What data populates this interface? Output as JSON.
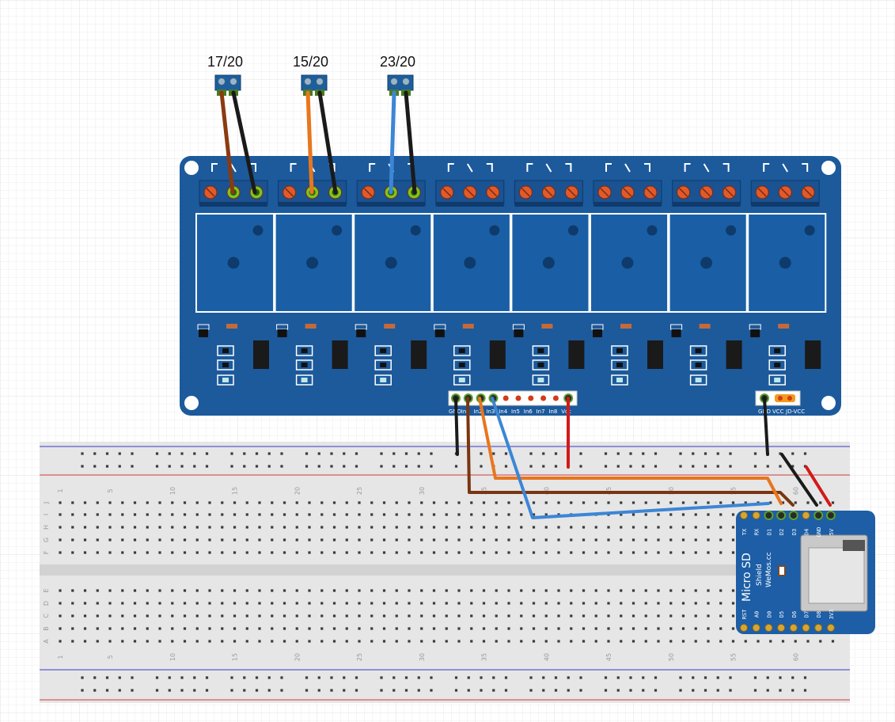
{
  "terminal_labels": [
    "17/20",
    "15/20",
    "23/20"
  ],
  "relay_board": {
    "channel_count": 8,
    "header_pins": [
      "GND",
      "In1",
      "In2",
      "In3",
      "In4",
      "In5",
      "In6",
      "In7",
      "In8",
      "Vcc"
    ],
    "power_header_pins": [
      "GND",
      "VCC",
      "JD-VCC"
    ]
  },
  "breadboard": {
    "column_numbers": [
      "1",
      "5",
      "10",
      "15",
      "20",
      "25",
      "30",
      "35",
      "40",
      "45",
      "50",
      "55",
      "60"
    ],
    "row_letters_top": [
      "J",
      "I",
      "H",
      "G",
      "F"
    ],
    "row_letters_bottom": [
      "E",
      "D",
      "C",
      "B",
      "A"
    ]
  },
  "sd_shield": {
    "title": "Micro SD",
    "subtitle": "Shield",
    "brand": "WeMos.cc",
    "top_pins": [
      "TX",
      "RX",
      "D1",
      "D2",
      "D3",
      "D4",
      "GND",
      "5V"
    ],
    "bottom_pins": [
      "RST",
      "A0",
      "D0",
      "D5",
      "D6",
      "D7",
      "D8",
      "3V3"
    ]
  },
  "colors": {
    "board_blue": "#1c5a9c",
    "relay_blue": "#1a5fa5",
    "wire_brown": "#8b3a10",
    "wire_orange": "#e8761d",
    "wire_blue": "#3c86d6",
    "wire_black": "#1a1a1a",
    "wire_red": "#d11a1a",
    "terminal_orange": "#e05a2b",
    "terminal_green": "#7fc41c",
    "breadboard": "#e6e6e6"
  }
}
